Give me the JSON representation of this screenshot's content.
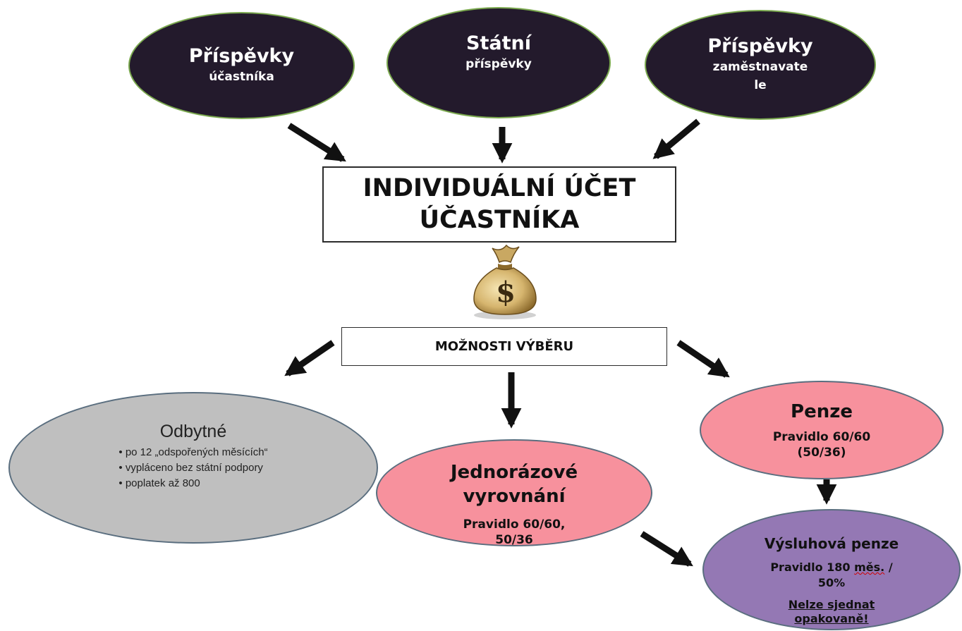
{
  "top": {
    "participant": {
      "line1": "Příspěvky",
      "line2": "účastníka"
    },
    "state": {
      "line1": "Státní",
      "line2": "příspěvky"
    },
    "employer": {
      "line1": "Příspěvky",
      "line2": "zaměstnavate",
      "line3": "le"
    }
  },
  "account": {
    "line1": "INDIVIDUÁLNÍ ÚČET",
    "line2": "ÚČASTNÍKA"
  },
  "money_bag_icon": "money-bag-dollar",
  "options": {
    "title": "MOŽNOSTI VÝBĚRU"
  },
  "odbytne": {
    "title": "Odbytné",
    "items": [
      "po 12 „odspořených měsících“",
      "vypláceno bez státní podpory",
      "poplatek až 800"
    ]
  },
  "jednorazove": {
    "line1": "Jednorázové",
    "line2": "vyrovnání",
    "rule_line1": "Pravidlo 60/60,",
    "rule_line2": "50/36"
  },
  "penze": {
    "title": "Penze",
    "rule_line1": "Pravidlo 60/60",
    "rule_line2": "(50/36)"
  },
  "vysluhova": {
    "title": "Výsluhová penze",
    "rule_a": "Pravidlo 180 ",
    "rule_b": "měs.",
    "rule_c": " /",
    "rule_line2": "50%",
    "note_line1": "Nelze sjednat",
    "note_line2": "opakovaně!"
  },
  "colors": {
    "dark_node": "#231a2c",
    "dark_border": "#7aa84e",
    "pink_node": "#f7919d",
    "grey_node": "#bfbfbf",
    "purple_node": "#9478b4",
    "arrow": "#111111"
  }
}
